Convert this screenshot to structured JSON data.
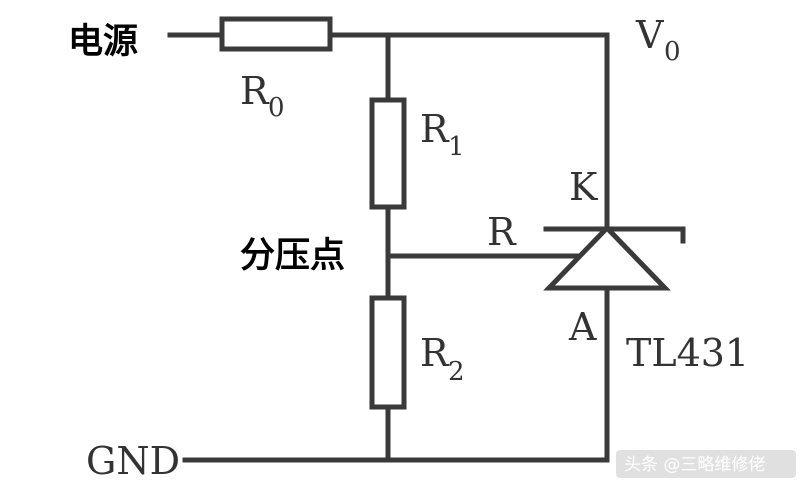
{
  "labels": {
    "power": "电源",
    "divider_point": "分压点",
    "r0": "R",
    "r0_sub": "0",
    "r1": "R",
    "r1_sub": "1",
    "r2": "R",
    "r2_sub": "2",
    "vo": "V",
    "vo_sub": "0",
    "k": "K",
    "r_pin": "R",
    "a": "A",
    "tl431": "TL431",
    "gnd": "GND"
  },
  "watermark": "头条 @三略维修佬"
}
